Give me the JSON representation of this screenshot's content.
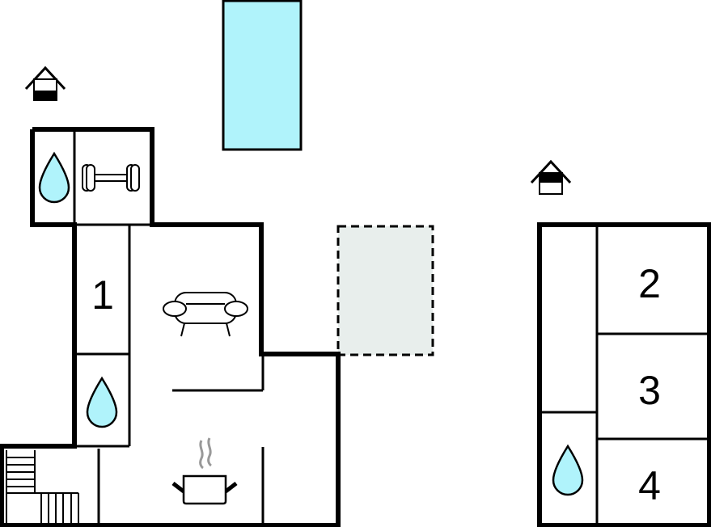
{
  "title": "Floor plan",
  "colors": {
    "wall": "#000000",
    "pool": "#b0f3fb",
    "water": "#b0f3fb",
    "terrace": "#e8eeec",
    "steam": "#999999"
  },
  "rooms": {
    "bedroom_1": "1",
    "bedroom_2": "2",
    "bedroom_3": "3",
    "bedroom_4": "4"
  },
  "icons": [
    "house-entrance-icon",
    "water-drop-icon",
    "dumbbell-icon",
    "sofa-icon",
    "cooking-pot-icon",
    "stairs-icon",
    "pool",
    "terrace"
  ]
}
